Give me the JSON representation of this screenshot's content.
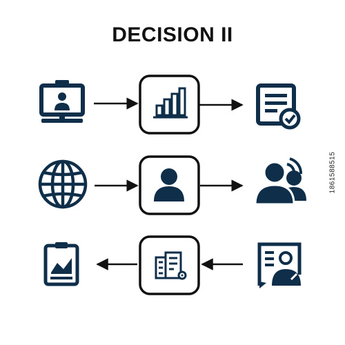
{
  "title": "DECISION II",
  "stock_id": "1861588515",
  "colors": {
    "icon": "#0f2e4a",
    "outline": "#111111",
    "arrow": "#111111",
    "background": "#ffffff"
  },
  "rows": [
    {
      "left_icon": "video-call-icon",
      "center_icon": "bar-chart-icon",
      "right_icon": "approved-document-icon",
      "flow": "left-to-right"
    },
    {
      "left_icon": "globe-icon",
      "center_icon": "user-icon",
      "right_icon": "speaking-users-icon",
      "flow": "left-to-right"
    },
    {
      "left_icon": "report-clipboard-icon",
      "center_icon": "buildings-gear-icon",
      "right_icon": "profile-card-icon",
      "flow": "right-to-left"
    }
  ]
}
